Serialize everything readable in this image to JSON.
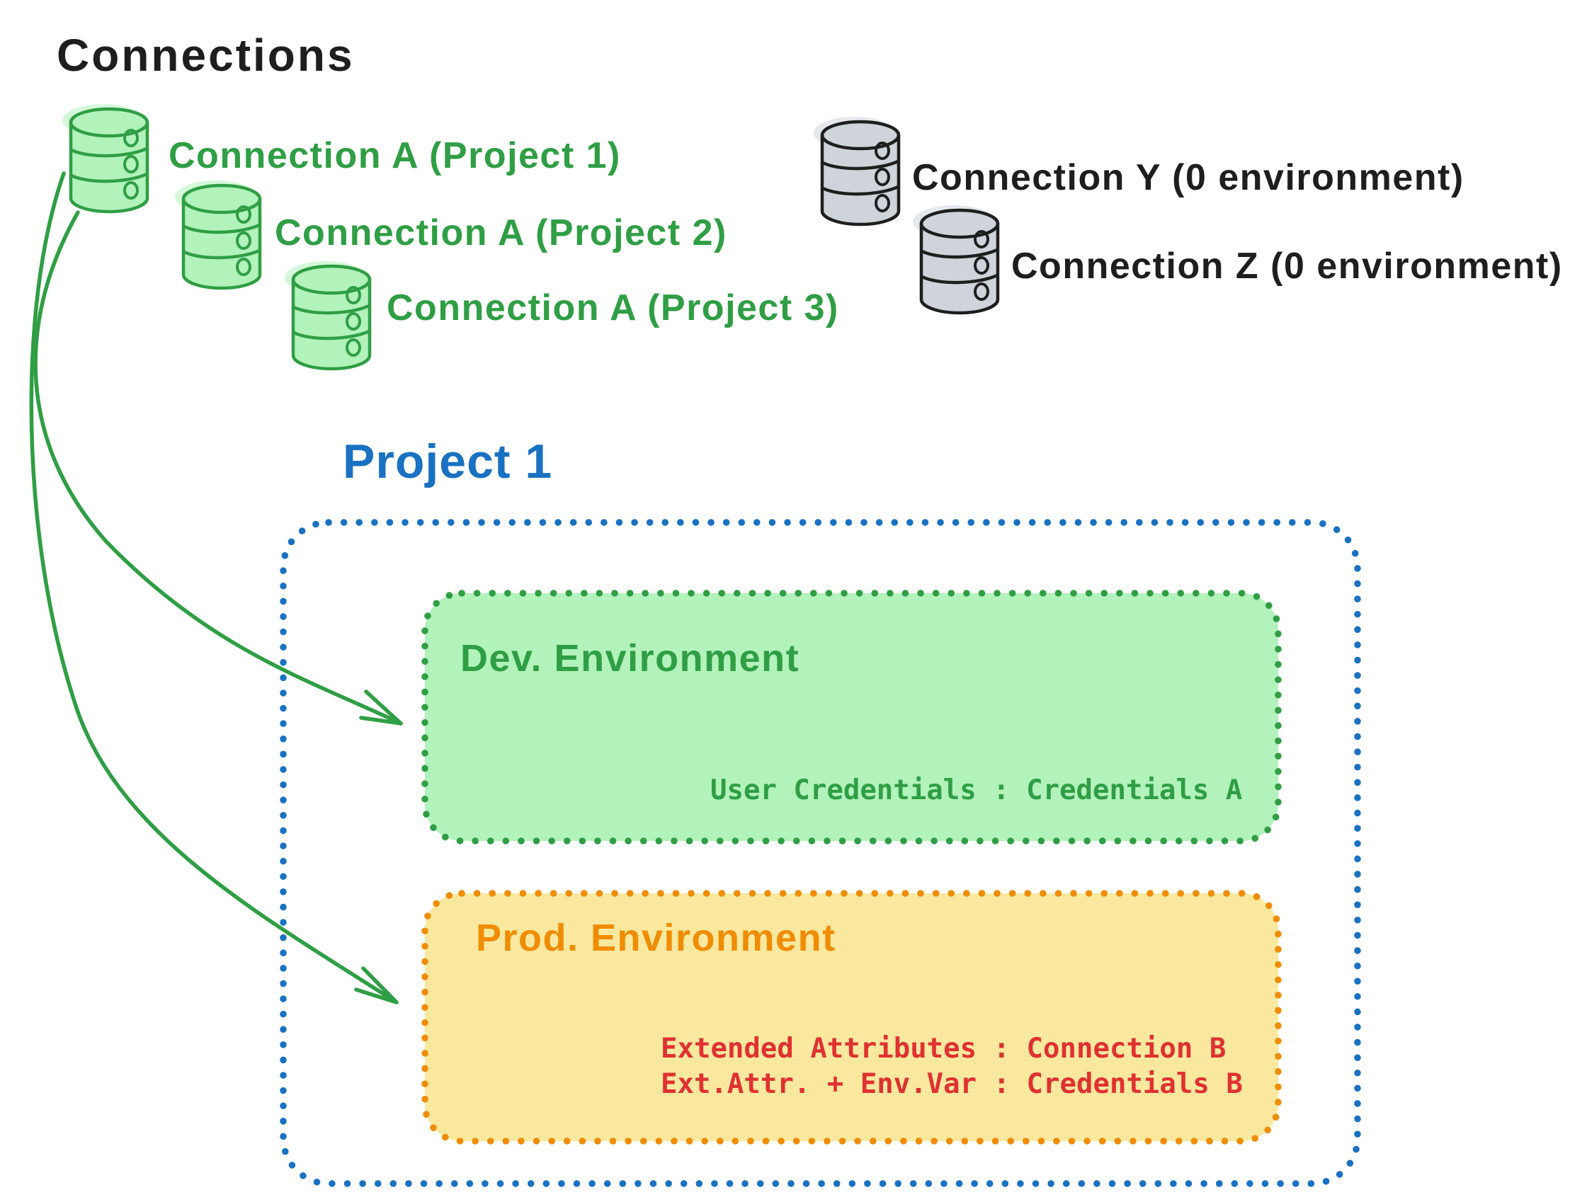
{
  "title": "Connections",
  "palette": {
    "green": "#2f9e44",
    "green_fill": "#b2f2bb",
    "black": "#1e1e1e",
    "gray_fill": "#ced4da",
    "blue": "#1971c2",
    "orange": "#f08c00",
    "yellow_fill": "#fae89f",
    "red": "#e03131"
  },
  "connections": {
    "project_a": [
      {
        "label": "Connection A (Project 1)"
      },
      {
        "label": "Connection A (Project 2)"
      },
      {
        "label": "Connection A (Project 3)"
      }
    ],
    "unassigned": [
      {
        "label": "Connection Y (0 environment)"
      },
      {
        "label": "Connection Z (0 environment)"
      }
    ]
  },
  "project": {
    "title": "Project 1",
    "dev": {
      "title": "Dev. Environment",
      "mapping": "User Credentials : Credentials A"
    },
    "prod": {
      "title": "Prod. Environment",
      "mappings": [
        "Extended Attributes : Connection B",
        "Ext.Attr. + Env.Var : Credentials B"
      ]
    }
  }
}
